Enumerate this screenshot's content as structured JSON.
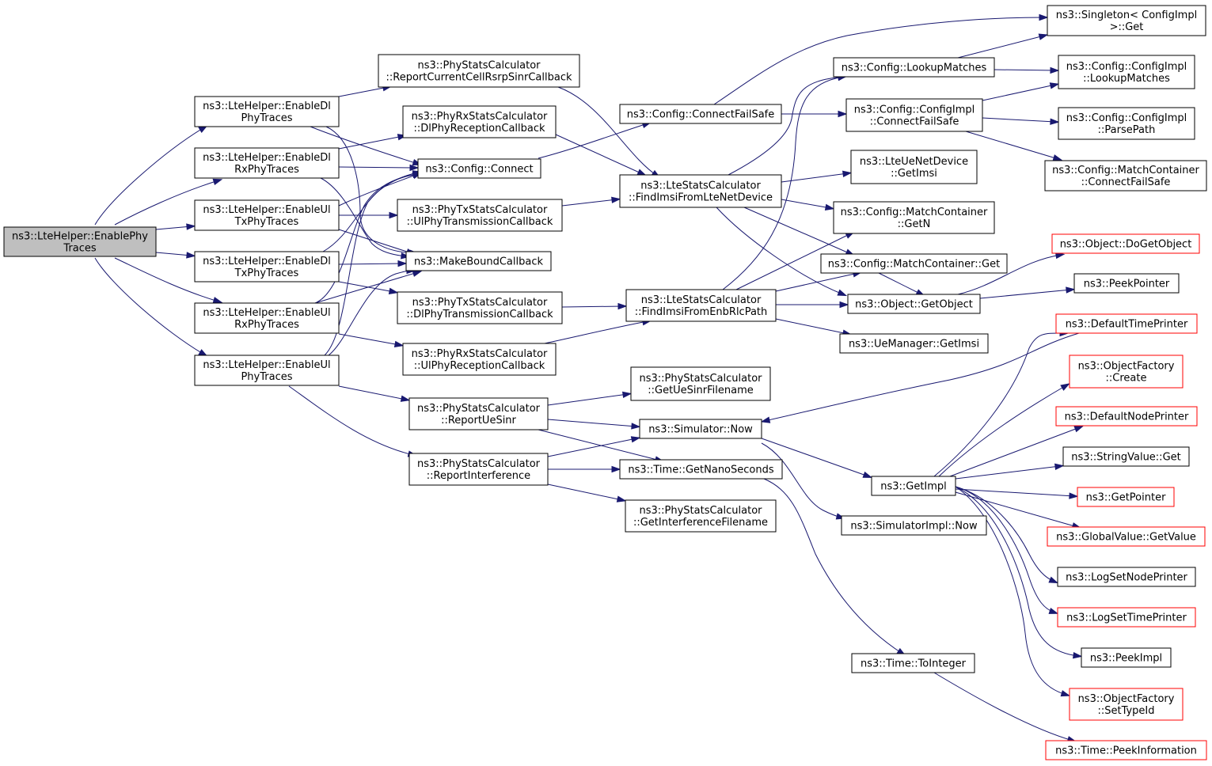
{
  "colors": {
    "edge": "#191970",
    "node_border": "#000000",
    "truncated_node_border": "#ff0000",
    "root_fill": "#bfbfbf",
    "node_fill": "#ffffff"
  },
  "nodes": {
    "root": {
      "lines": [
        "ns3::LteHelper::EnablePhy",
        "Traces"
      ]
    },
    "enableDlPhy": {
      "lines": [
        "ns3::LteHelper::EnableDl",
        "PhyTraces"
      ]
    },
    "enableDlRxPhy": {
      "lines": [
        "ns3::LteHelper::EnableDl",
        "RxPhyTraces"
      ]
    },
    "enableUlTxPhy": {
      "lines": [
        "ns3::LteHelper::EnableUl",
        "TxPhyTraces"
      ]
    },
    "enableDlTxPhy": {
      "lines": [
        "ns3::LteHelper::EnableDl",
        "TxPhyTraces"
      ]
    },
    "enableUlRxPhy": {
      "lines": [
        "ns3::LteHelper::EnableUl",
        "RxPhyTraces"
      ]
    },
    "enableUlPhy": {
      "lines": [
        "ns3::LteHelper::EnableUl",
        "PhyTraces"
      ]
    },
    "reportCurrentCell": {
      "lines": [
        "ns3::PhyStatsCalculator",
        "::ReportCurrentCellRsrpSinrCallback"
      ]
    },
    "dlPhyReception": {
      "lines": [
        "ns3::PhyRxStatsCalculator",
        "::DlPhyReceptionCallback"
      ]
    },
    "configConnect": {
      "lines": [
        "ns3::Config::Connect"
      ]
    },
    "ulPhyTransmission": {
      "lines": [
        "ns3::PhyTxStatsCalculator",
        "::UlPhyTransmissionCallback"
      ]
    },
    "makeBoundCallback": {
      "lines": [
        "ns3::MakeBoundCallback"
      ]
    },
    "dlPhyTransmission": {
      "lines": [
        "ns3::PhyTxStatsCalculator",
        "::DlPhyTransmissionCallback"
      ]
    },
    "ulPhyReception": {
      "lines": [
        "ns3::PhyRxStatsCalculator",
        "::UlPhyReceptionCallback"
      ]
    },
    "reportUeSinr": {
      "lines": [
        "ns3::PhyStatsCalculator",
        "::ReportUeSinr"
      ]
    },
    "reportInterference": {
      "lines": [
        "ns3::PhyStatsCalculator",
        "::ReportInterference"
      ]
    },
    "connectFailSafe": {
      "lines": [
        "ns3::Config::ConnectFailSafe"
      ]
    },
    "findImsiFromLteNetDevice": {
      "lines": [
        "ns3::LteStatsCalculator",
        "::FindImsiFromLteNetDevice"
      ]
    },
    "findImsiFromEnbRlcPath": {
      "lines": [
        "ns3::LteStatsCalculator",
        "::FindImsiFromEnbRlcPath"
      ]
    },
    "getUeSinrFilename": {
      "lines": [
        "ns3::PhyStatsCalculator",
        "::GetUeSinrFilename"
      ]
    },
    "simulatorNow": {
      "lines": [
        "ns3::Simulator::Now"
      ]
    },
    "getNanoSeconds": {
      "lines": [
        "ns3::Time::GetNanoSeconds"
      ]
    },
    "getInterferenceFilename": {
      "lines": [
        "ns3::PhyStatsCalculator",
        "::GetInterferenceFilename"
      ]
    },
    "lookupMatches": {
      "lines": [
        "ns3::Config::LookupMatches"
      ]
    },
    "configImplConnectFailSafe": {
      "lines": [
        "ns3::Config::ConfigImpl",
        "::ConnectFailSafe"
      ]
    },
    "lteUeNetDeviceGetImsi": {
      "lines": [
        "ns3::LteUeNetDevice",
        "::GetImsi"
      ]
    },
    "matchContainerGetN": {
      "lines": [
        "ns3::Config::MatchContainer",
        "::GetN"
      ]
    },
    "matchContainerGet": {
      "lines": [
        "ns3::Config::MatchContainer::Get"
      ]
    },
    "objectGetObject": {
      "lines": [
        "ns3::Object::GetObject"
      ]
    },
    "ueManagerGetImsi": {
      "lines": [
        "ns3::UeManager::GetImsi"
      ]
    },
    "getImpl": {
      "lines": [
        "ns3::GetImpl"
      ]
    },
    "simulatorImplNow": {
      "lines": [
        "ns3::SimulatorImpl::Now"
      ]
    },
    "timeToInteger": {
      "lines": [
        "ns3::Time::ToInteger"
      ]
    },
    "singletonGet": {
      "lines": [
        "ns3::Singleton< ConfigImpl",
        " >::Get"
      ]
    },
    "configImplLookupMatches": {
      "lines": [
        "ns3::Config::ConfigImpl",
        "::LookupMatches"
      ]
    },
    "configImplParsePath": {
      "lines": [
        "ns3::Config::ConfigImpl",
        "::ParsePath"
      ]
    },
    "matchContainerConnectFailSafe": {
      "lines": [
        "ns3::Config::MatchContainer",
        "::ConnectFailSafe"
      ]
    },
    "objectDoGetObject": {
      "lines": [
        "ns3::Object::DoGetObject"
      ]
    },
    "peekPointer": {
      "lines": [
        "ns3::PeekPointer"
      ]
    },
    "defaultTimePrinter": {
      "lines": [
        "ns3::DefaultTimePrinter"
      ]
    },
    "objectFactoryCreate": {
      "lines": [
        "ns3::ObjectFactory",
        "::Create"
      ]
    },
    "defaultNodePrinter": {
      "lines": [
        "ns3::DefaultNodePrinter"
      ]
    },
    "stringValueGet": {
      "lines": [
        "ns3::StringValue::Get"
      ]
    },
    "getPointer": {
      "lines": [
        "ns3::GetPointer"
      ]
    },
    "globalValueGetValue": {
      "lines": [
        "ns3::GlobalValue::GetValue"
      ]
    },
    "logSetNodePrinter": {
      "lines": [
        "ns3::LogSetNodePrinter"
      ]
    },
    "logSetTimePrinter": {
      "lines": [
        "ns3::LogSetTimePrinter"
      ]
    },
    "peekImpl": {
      "lines": [
        "ns3::PeekImpl"
      ]
    },
    "objectFactorySetTypeId": {
      "lines": [
        "ns3::ObjectFactory",
        "::SetTypeId"
      ]
    },
    "timePeekInformation": {
      "lines": [
        "ns3::Time::PeekInformation"
      ]
    }
  }
}
